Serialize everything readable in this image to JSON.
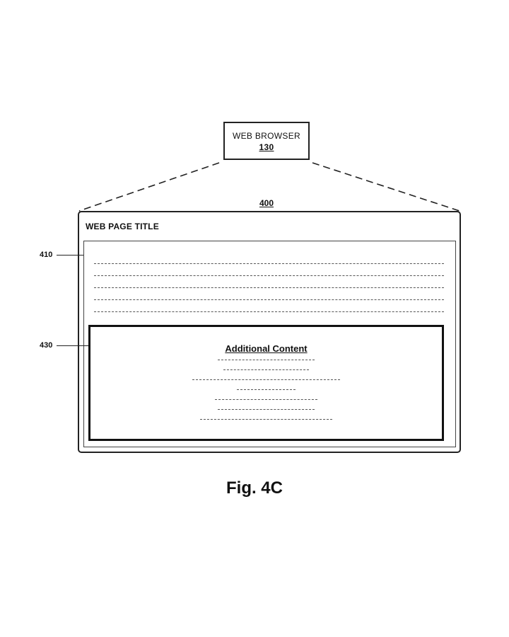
{
  "browser": {
    "label": "WEB BROWSER",
    "ref": "130"
  },
  "web_page": {
    "ref": "400",
    "title": "WEB PAGE TITLE"
  },
  "regions": {
    "main": {
      "ref": "410"
    },
    "additional": {
      "ref": "430",
      "title": "Additional Content"
    }
  },
  "figure": {
    "caption": "Fig. 4C"
  }
}
